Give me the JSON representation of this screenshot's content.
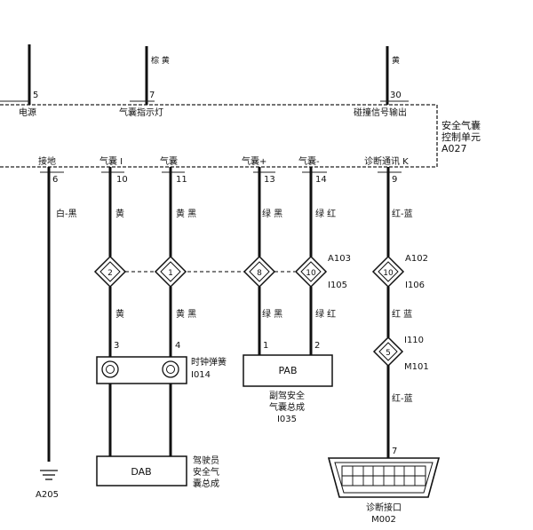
{
  "module": {
    "name_line1": "安全气囊",
    "name_line2": "控制单元",
    "code": "A027",
    "top_pins": [
      {
        "pin": "5",
        "label": "电源",
        "wire": ""
      },
      {
        "pin": "7",
        "label": "气囊指示灯",
        "wire": "棕 黄"
      },
      {
        "pin": "30",
        "label": "碰撞信号输出",
        "wire": "黄"
      }
    ],
    "bottom_pins": [
      {
        "pin": "6",
        "label": "接地"
      },
      {
        "pin": "10",
        "label": "气囊 I"
      },
      {
        "pin": "11",
        "label": "气囊"
      },
      {
        "pin": "13",
        "label": "气囊+"
      },
      {
        "pin": "14",
        "label": "气囊-"
      },
      {
        "pin": "9",
        "label": "诊断通讯 K"
      }
    ]
  },
  "wires_upper": [
    "白-黑",
    "黄",
    "黄 黑",
    "绿 黑",
    "绿 红",
    "红-蓝"
  ],
  "wires_lower": [
    "黄",
    "黄 黑",
    "绿 黑",
    "绿 红",
    "红 蓝"
  ],
  "wire_diag_bottom": "红-蓝",
  "junctions": [
    {
      "num": "2"
    },
    {
      "num": "1"
    },
    {
      "num": "8"
    },
    {
      "num": "10",
      "code_top": "A103",
      "code_bottom": "I105"
    },
    {
      "num": "10",
      "code_top": "A102",
      "code_bottom": "I106"
    },
    {
      "num": "5",
      "code_top": "I110",
      "code_bottom": "M101"
    }
  ],
  "clock_spring": {
    "name": "时钟弹簧",
    "code": "I014",
    "pin_left": "3",
    "pin_right": "4"
  },
  "pab": {
    "label": "PAB",
    "name_line1": "副驾安全",
    "name_line2": "气囊总成",
    "code": "I035",
    "pin_left": "1",
    "pin_right": "2"
  },
  "dab": {
    "label": "DAB",
    "name_line1": "驾驶员",
    "name_line2": "安全气",
    "name_line3": "囊总成"
  },
  "ground": {
    "code": "A205"
  },
  "diag_port": {
    "name": "诊断接口",
    "code": "M002",
    "pin": "7"
  }
}
